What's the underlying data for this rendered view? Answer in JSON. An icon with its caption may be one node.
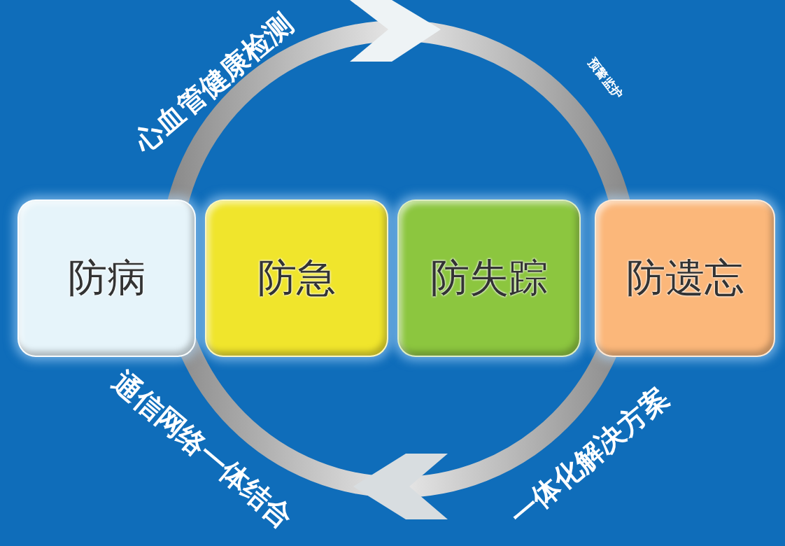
{
  "diagram": {
    "nodes": [
      {
        "text": [
          "防病"
        ]
      },
      {
        "text": [
          "防急"
        ]
      },
      {
        "text": [
          "防失踪"
        ]
      },
      {
        "text": [
          "防遗忘"
        ]
      }
    ],
    "labels": [
      "心血管健康检测",
      "预警监护",
      "通信网络一体结合",
      "一体化解决方案"
    ]
  }
}
